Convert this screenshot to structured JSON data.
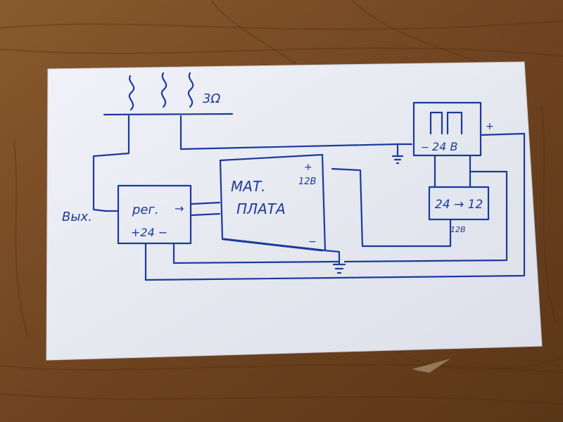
{
  "colors": {
    "table": "#7a4e26",
    "paper": "#eef0f6",
    "ink": "#1a3a9c"
  },
  "labels": {
    "resistor": "3Ω",
    "supply": "24 В",
    "motherboard_line1": "МАТ.",
    "motherboard_line2": "ПЛАТА",
    "mb_plus": "+",
    "mb_voltage": "12В",
    "mb_minus": "−",
    "regulator": "рег.",
    "regulator_out_arrow": "→",
    "regulator_in": "+24 −",
    "output": "Вых.",
    "converter": "24 → 12",
    "converter_out": "12В",
    "supply_plus": "+",
    "supply_minus": "−"
  }
}
